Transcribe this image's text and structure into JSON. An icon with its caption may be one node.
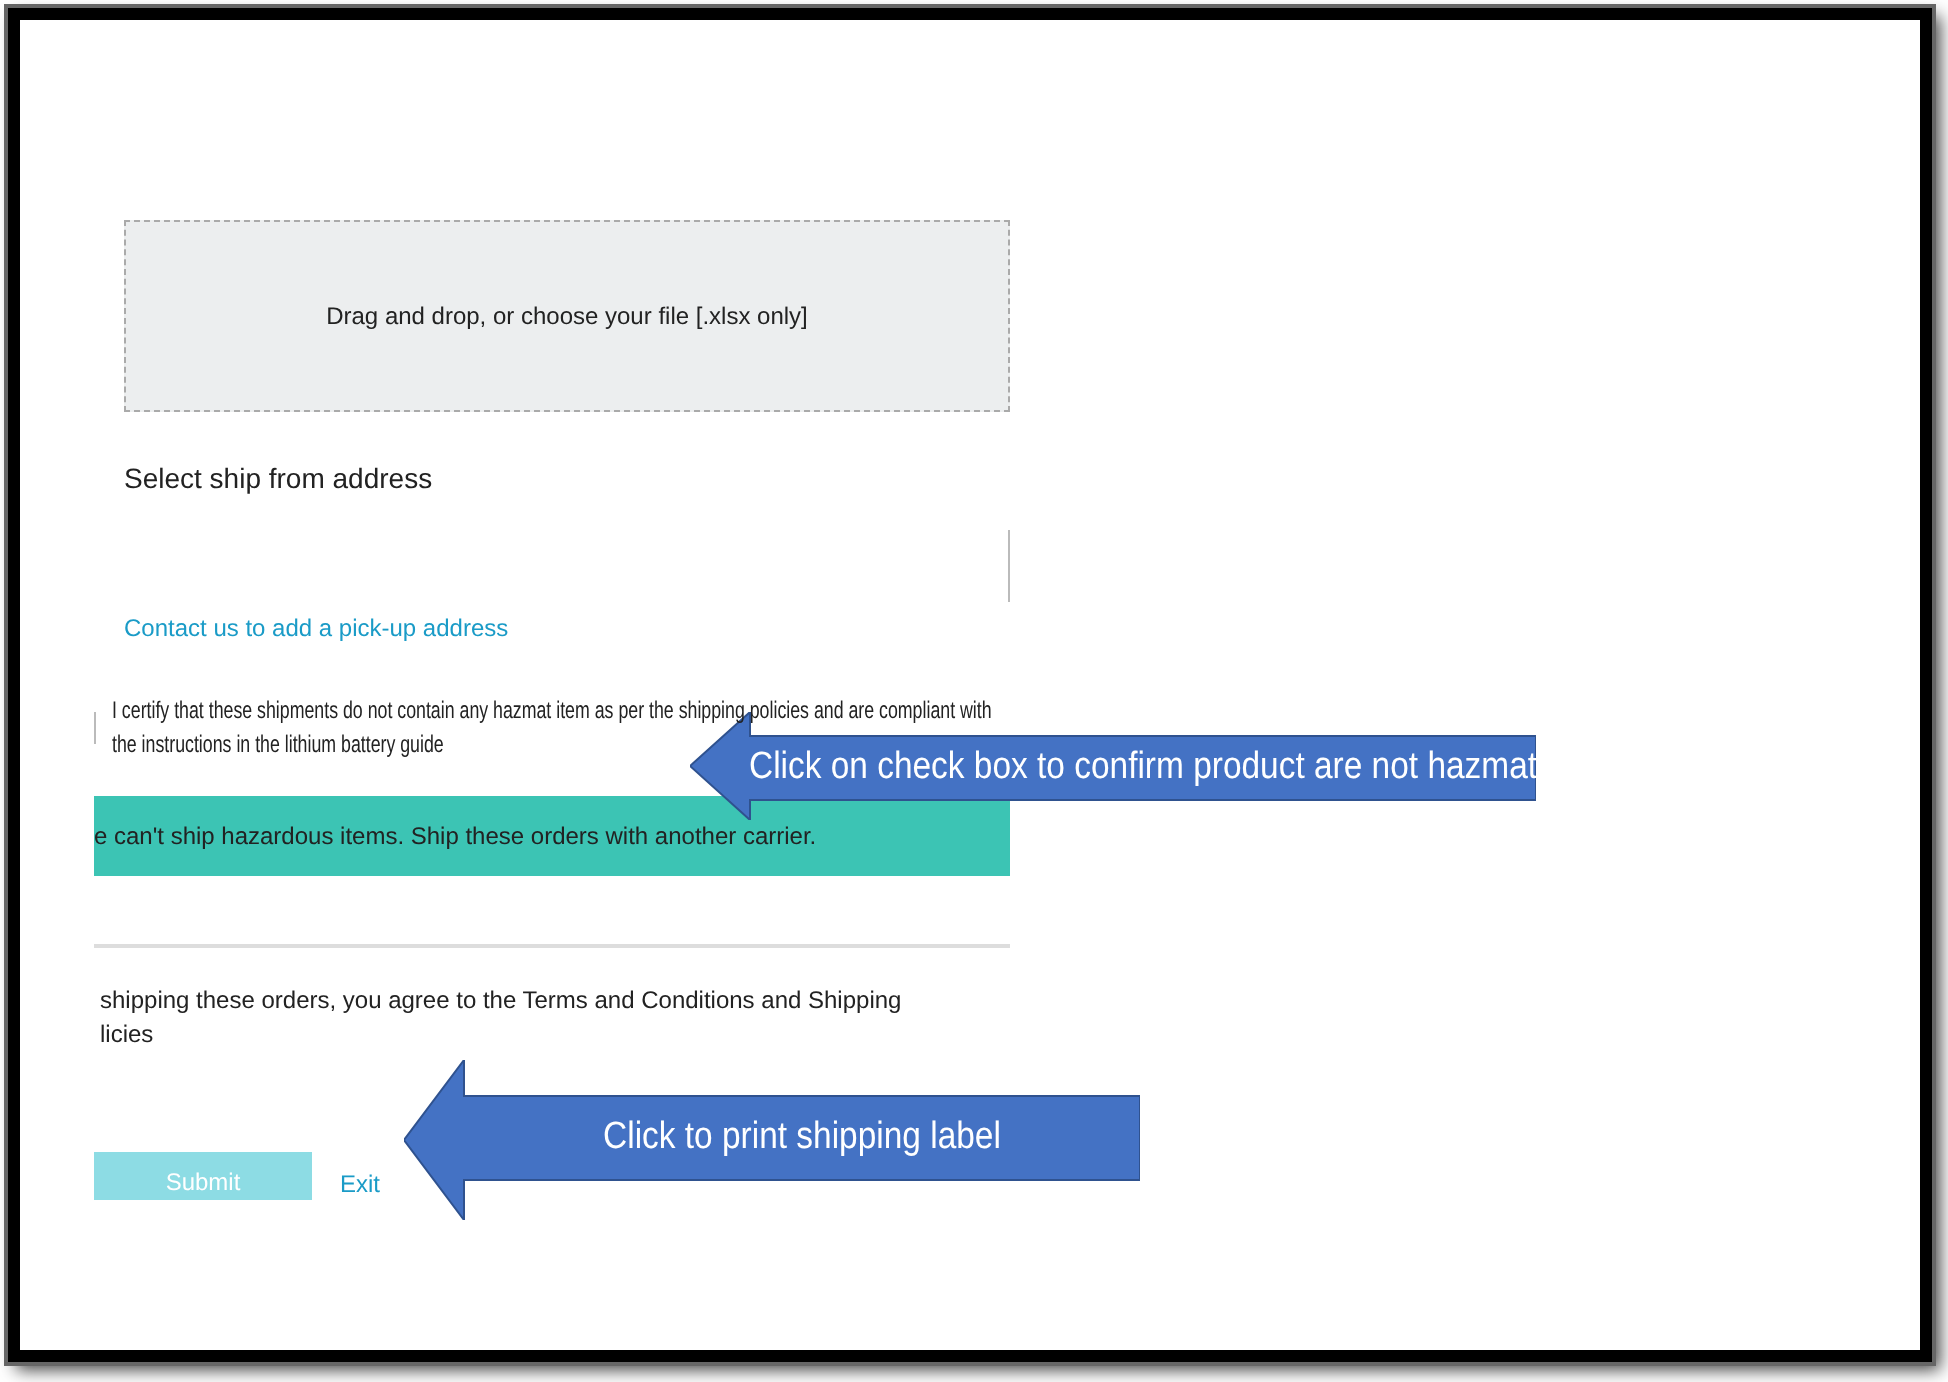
{
  "diagram": {
    "nodes": [
      {
        "text": [
          "Drag and drop, or choose your file [.xlsx only]"
        ]
      },
      {
        "text": [],
        "shape": "box"
      },
      {
        "text": [],
        "shape": "box"
      },
      {
        "text": [
          "e can't ship hazardous items. Ship these orders with another carrier."
        ]
      },
      {
        "text": [
          "Submit"
        ]
      },
      {
        "text": [
          "Click on check box to confirm product are not hazmat"
        ]
      },
      {
        "text": [
          "Click to print shipping label"
        ]
      }
    ],
    "edges": [],
    "labels": [
      "Select ship from address",
      "Contact us to add a pick-up address",
      "I certify that these shipments do not contain any hazmat item as per the shipping policies and are compliant with the instructions in the lithium battery guide",
      "shipping these orders, you agree to the Terms and Conditions and Shipping licies",
      "Exit"
    ]
  }
}
